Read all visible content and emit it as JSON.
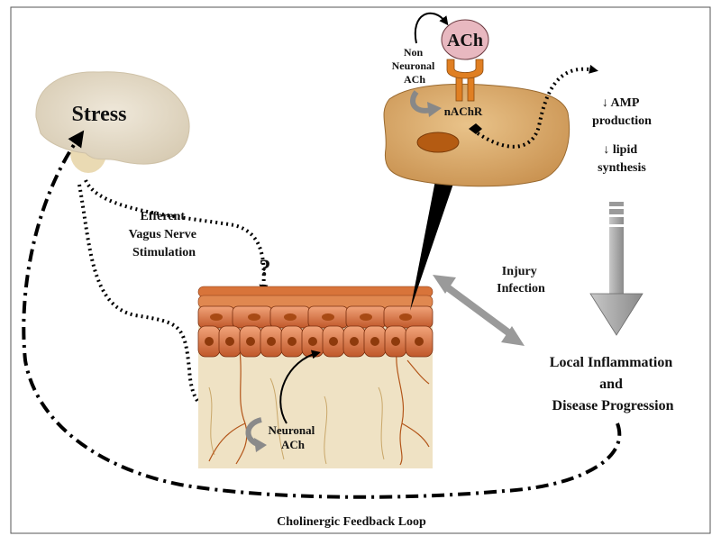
{
  "labels": {
    "stress": "Stress",
    "ach": "ACh",
    "non_neuronal": [
      "Non",
      "Neuronal",
      "ACh"
    ],
    "nachr": "nAChR",
    "amp": [
      "↓ AMP",
      "production"
    ],
    "lipid": [
      "↓ lipid",
      "synthesis"
    ],
    "efferent": [
      "Efferent",
      "Vagus Nerve",
      "Stimulation"
    ],
    "question": "?",
    "injury": [
      "Injury",
      "Infection"
    ],
    "neuronal_ach": [
      "Neuronal",
      "ACh"
    ],
    "inflammation": [
      "Local Inflammation",
      "and",
      "Disease Progression"
    ],
    "feedback_loop": "Cholinergic Feedback Loop"
  },
  "colors": {
    "brain": "#e8dfcf",
    "cell_body": "#d9a86a",
    "cell_nucleus": "#b55d12",
    "ach_bubble": "#e8b8c0",
    "receptor": "#e07f22",
    "skin_cell": "#d8743a",
    "dermis": "#efe2c4",
    "gray_arrow": "#a8a8a8"
  }
}
